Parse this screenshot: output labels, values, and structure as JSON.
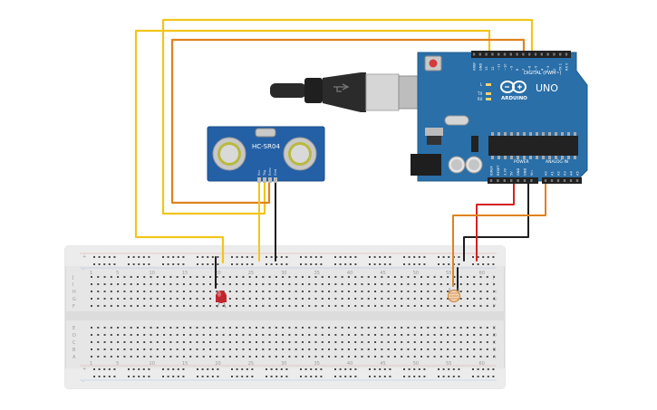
{
  "colors": {
    "wire_yellow": "#f2c51a",
    "wire_orange": "#e0821e",
    "wire_black": "#1e1e1e",
    "wire_red": "#d42222",
    "arduino_board": "#2a6fa8",
    "sensor_board": "#2460a6",
    "breadboard": "#e9e9e9",
    "led_red": "#c0272d"
  },
  "arduino": {
    "brand": "ARDUINO",
    "model": "UNO",
    "digital_header": "DIGITAL (PWM~)",
    "power_header": "POWER",
    "analog_header": "ANALOG IN",
    "led_l": "L",
    "led_tx": "TX",
    "led_rx": "RX",
    "analog_pins": [
      "A0",
      "A1",
      "A2",
      "A3",
      "A4",
      "A5"
    ],
    "power_pins": [
      "IOREF",
      "RESET",
      "3.3V",
      "5V",
      "GND",
      "GND",
      "Vin"
    ],
    "digital_pins": [
      "AREF",
      "GND",
      "13",
      "12",
      "~11",
      "~10",
      "~9",
      "8",
      "7",
      "~6",
      "~5",
      "4",
      "~3",
      "2",
      "TX 1",
      "RX 0"
    ]
  },
  "sensor": {
    "label": "HC-SR04",
    "pins": [
      "Vcc",
      "Trig",
      "Echo",
      "Gnd"
    ]
  },
  "breadboard": {
    "row_letters_top": [
      "J",
      "I",
      "H",
      "G",
      "F"
    ],
    "row_letters_bottom": [
      "E",
      "D",
      "C",
      "B",
      "A"
    ],
    "column_numbers": [
      "1",
      "5",
      "10",
      "15",
      "20",
      "25",
      "30",
      "35",
      "40",
      "45",
      "50",
      "55",
      "60"
    ],
    "rail_plus": "+",
    "rail_minus": "-"
  },
  "components": {
    "led": "LED",
    "photoresistor": "Photoresistor",
    "usb_cable": "USB cable"
  }
}
